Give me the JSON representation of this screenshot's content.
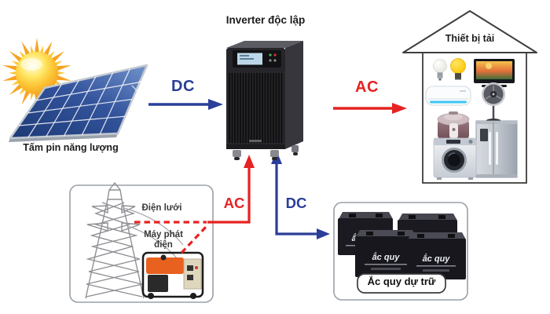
{
  "title": "Inverter độc lập",
  "colors": {
    "ac": "#e62222",
    "dc": "#2b3e99"
  },
  "solar": {
    "label": "Tấm pin năng lượng"
  },
  "flows": {
    "dc_solar": "DC",
    "ac_load": "AC",
    "ac_input": "AC",
    "dc_battery": "DC"
  },
  "grid_box": {
    "grid_label": "Điện lưới",
    "generator_label": "Máy phát điện"
  },
  "house": {
    "label": "Thiết bị tải"
  },
  "battery": {
    "unit_label": "ắc quy",
    "caption": "Ắc quy dự trữ"
  }
}
